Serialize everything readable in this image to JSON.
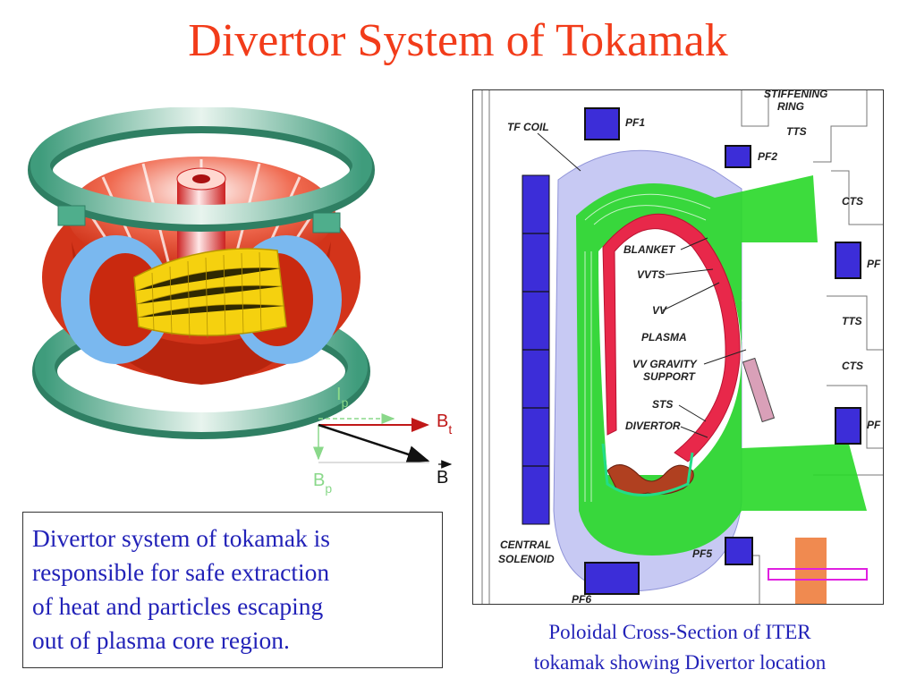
{
  "slide": {
    "title": "Divertor System of Tokamak",
    "description": "Divertor system of tokamak is responsible for safe extraction of heat and particles escaping out of plasma core region.",
    "description_lines": [
      "Divertor system of tokamak is",
      "responsible for safe extraction",
      "of heat and particles escaping",
      "out of plasma core region."
    ],
    "caption_lines": [
      "Poloidal Cross-Section of ITER",
      "tokamak showing Divertor location"
    ]
  },
  "vectors": {
    "ip_main": "I",
    "ip_sub": "p",
    "bt_main": "B",
    "bt_sub": "t",
    "bp_main": "B",
    "bp_sub": "p",
    "b_main": "B"
  },
  "cross_section_labels": {
    "stiffening_ring": [
      "STIFFENING",
      "RING"
    ],
    "pf1": "PF1",
    "pf2": "PF2",
    "pf_right_1": "PF",
    "pf_right_2": "PF",
    "pf5": "PF5",
    "pf6": "PF6",
    "tf_coil": "TF COIL",
    "tts_top": "TTS",
    "cts_top": "CTS",
    "tts_mid": "TTS",
    "cts_mid": "CTS",
    "blanket": "BLANKET",
    "vvts": "VVTS",
    "vv": "VV",
    "plasma": "PLASMA",
    "vv_gravity_support": [
      "VV GRAVITY",
      "SUPPORT"
    ],
    "sts": "STS",
    "divertor": "DIVERTOR",
    "central_solenoid": [
      "CENTRAL",
      "SOLENOID"
    ]
  },
  "colors": {
    "title": "#f23c1a",
    "body_text": "#2222b8",
    "tf_coils": "#e0341a",
    "plasma": "#f5d10f",
    "ring": "#4fae8c",
    "vessel_blue": "#7ab8ef",
    "bt_arrow": "#c01818",
    "ip_arrow": "#8ad88a"
  }
}
